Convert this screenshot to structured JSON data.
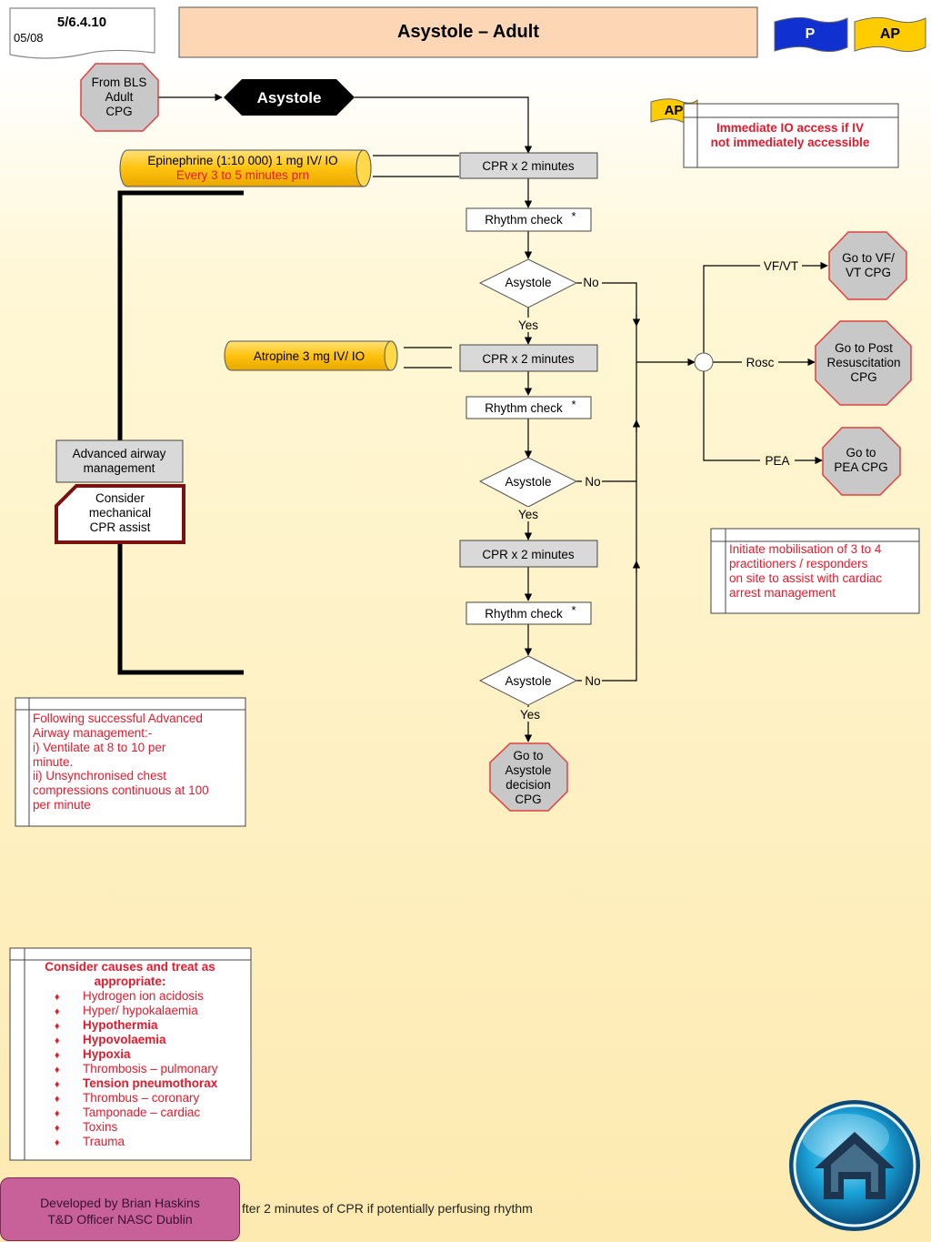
{
  "header": {
    "code": "5/6.4.10",
    "date": "05/08",
    "title": "Asystole – Adult",
    "badge_p": "P",
    "badge_ap": "AP"
  },
  "nodes": {
    "from_bls": [
      "From BLS",
      "Adult",
      "CPG"
    ],
    "asystole_start": "Asystole",
    "epinephrine": [
      "Epinephrine (1:10 000) 1 mg IV/ IO",
      "Every 3 to 5 minutes prn"
    ],
    "atropine": "Atropine 3 mg IV/ IO",
    "cpr_1": "CPR x 2 minutes",
    "cpr_2": "CPR x 2 minutes",
    "cpr_3": "CPR x 2 minutes",
    "rhythm_check_1": "Rhythm check",
    "rhythm_check_2": "Rhythm check",
    "rhythm_check_3": "Rhythm check",
    "asterisk": "*",
    "decision_1": "Asystole",
    "decision_2": "Asystole",
    "decision_3": "Asystole",
    "yes": "Yes",
    "no": "No",
    "go_asystole_decision": [
      "Go to",
      "Asystole",
      "decision",
      "CPG"
    ],
    "go_vf_vt": [
      "Go to VF/",
      "VT CPG"
    ],
    "go_post_resus": [
      "Go to Post",
      "Resuscitation",
      "CPG"
    ],
    "go_pea": [
      "Go to",
      "PEA CPG"
    ],
    "label_vfvt": "VF/VT",
    "label_rosc": "Rosc",
    "label_pea": "PEA",
    "advanced_airway": [
      "Advanced airway",
      "management"
    ],
    "mechanical_cpr": [
      "Consider",
      "mechanical",
      "CPR assist"
    ]
  },
  "notes": {
    "ap_tag": "AP",
    "io_access": [
      "Immediate IO access if IV",
      "not immediately accessible"
    ],
    "mobilisation": [
      "Initiate mobilisation of 3 to 4",
      "practitioners / responders",
      "on site to assist with cardiac",
      "arrest management"
    ],
    "airway_note": [
      "Following successful Advanced",
      "Airway management:-",
      "i) Ventilate at 8 to 10 per",
      "minute.",
      "ii) Unsynchronised chest",
      "compressions continuous at 100",
      "per minute"
    ],
    "causes_title": [
      "Consider causes and treat as",
      "appropriate:"
    ],
    "causes": [
      {
        "text": "Hydrogen ion acidosis",
        "bold": false
      },
      {
        "text": "Hyper/ hypokalaemia",
        "bold": false
      },
      {
        "text": "Hypothermia",
        "bold": true
      },
      {
        "text": "Hypovolaemia",
        "bold": true
      },
      {
        "text": "Hypoxia",
        "bold": true
      },
      {
        "text": "Thrombosis – pulmonary",
        "bold": false
      },
      {
        "text": "Tension pneumothorax",
        "bold": true
      },
      {
        "text": "Thrombus – coronary",
        "bold": false
      },
      {
        "text": "Tamponade – cardiac",
        "bold": false
      },
      {
        "text": "Toxins",
        "bold": false
      },
      {
        "text": "Trauma",
        "bold": false
      }
    ]
  },
  "footer": {
    "footnote": "fter 2 minutes of CPR if potentially perfusing rhythm",
    "credit": [
      "Developed by Brian Haskins",
      "T&D Officer NASC Dublin"
    ]
  },
  "icons": {
    "home": "home-icon"
  },
  "colors": {
    "title_box": "#fdd7b5",
    "badge_p": "#1030d0",
    "badge_ap": "#ffcc00",
    "octagon": "#c8c8c8",
    "octagon_border": "#e04040",
    "drug": "#ffc20e",
    "grey_box": "#d9d9d9",
    "red_text": "#e8192c",
    "mech_border": "#7a1010"
  }
}
